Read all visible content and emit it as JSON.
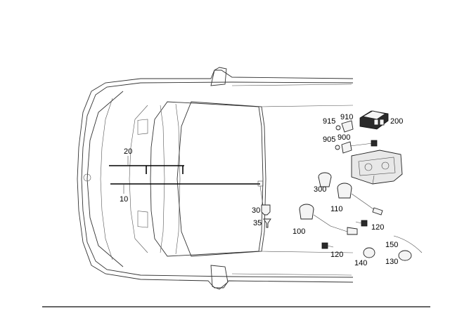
{
  "labels": {
    "p10": "10",
    "p20": "20",
    "p30": "30",
    "p35": "35",
    "p100": "100",
    "p110": "110",
    "p120a": "120",
    "p120b": "120",
    "p130": "130",
    "p140": "140",
    "p150": "150",
    "p200": "200",
    "p300": "300",
    "p900": "900",
    "p905": "905",
    "p910": "910",
    "p915": "915"
  },
  "colors": {
    "line": "#000000",
    "outline": "#333333",
    "background": "#ffffff"
  }
}
